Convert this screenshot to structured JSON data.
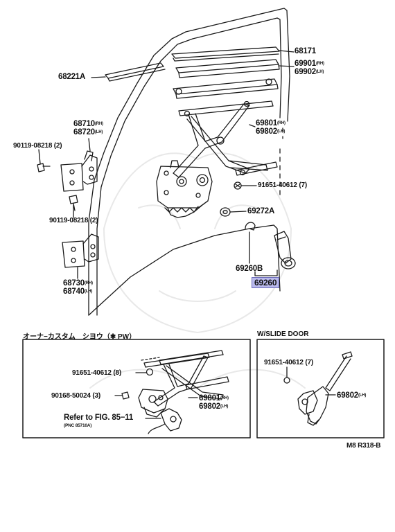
{
  "labels": {
    "p68171": "68171",
    "p69901": "69901",
    "p69901_sfx": "(RH)",
    "p69902": "69902",
    "p69902_sfx": "(LH)",
    "p68221a": "68221A",
    "p68710": "68710",
    "p68710_sfx": "(RH)",
    "p68720": "68720",
    "p68720_sfx": "(LH)",
    "p90119_top": "90119-08218 (2)",
    "p69801": "69801",
    "p69801_sfx": "(RH)",
    "p69802": "69802",
    "p69802_sfx": "(LH)",
    "p91651": "91651-40612 (7)",
    "p69272a": "69272A",
    "p90119_mid": "90119-08218 (2)",
    "p69260b": "69260B",
    "p69260": "69260",
    "p68730": "68730",
    "p68730_sfx": "(RH)",
    "p68740": "68740",
    "p68740_sfx": "(LH)"
  },
  "section_left": {
    "title": "オーナ−カスタム　シヨウ（✱ PW）",
    "p91651": "91651-40612 (8)",
    "p90168": "90168-50024 (3)",
    "p69801": "69801",
    "p69801_sfx": "(RH)",
    "p69802": "69802",
    "p69802_sfx": "(LH)",
    "refer": "Refer to FIG. 85−11",
    "pnc": "(PNC 85710A)"
  },
  "section_right": {
    "title": "W/SLIDE DOOR",
    "p91651": "91651-40612 (7)",
    "p69802": "69802",
    "p69802_sfx": "(LH)"
  },
  "figure_code": "M8 R318-B",
  "colors": {
    "line": "#1a1a1a",
    "highlight_bg": "#b9b9ec",
    "highlight_border": "#6a6ab8",
    "watermark": "#e6e6e6"
  }
}
